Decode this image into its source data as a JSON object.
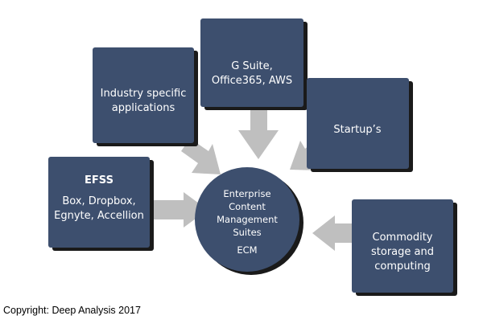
{
  "diagram": {
    "center": {
      "lines": [
        "Enterprise",
        "Content",
        "Management",
        "Suites"
      ],
      "abbr": "ECM"
    },
    "boxes": {
      "efss": {
        "title": "EFSS",
        "lines": [
          "Box, Dropbox,",
          "Egnyte, Accellion"
        ]
      },
      "industry": {
        "lines": [
          "Industry specific",
          "applications"
        ]
      },
      "gsuite": {
        "lines": [
          "G Suite,",
          "Office365, AWS"
        ]
      },
      "startups": {
        "lines": [
          "Startup’s"
        ]
      },
      "commodity": {
        "lines": [
          "Commodity",
          "storage and",
          "computing"
        ]
      }
    },
    "colors": {
      "box_fill": "#3d4f6e",
      "box_shadow": "#1a1a1a",
      "arrow_fill": "#bfbfbf",
      "text": "#ffffff"
    }
  },
  "footer": {
    "copyright": "Copyright: Deep Analysis 2017"
  }
}
